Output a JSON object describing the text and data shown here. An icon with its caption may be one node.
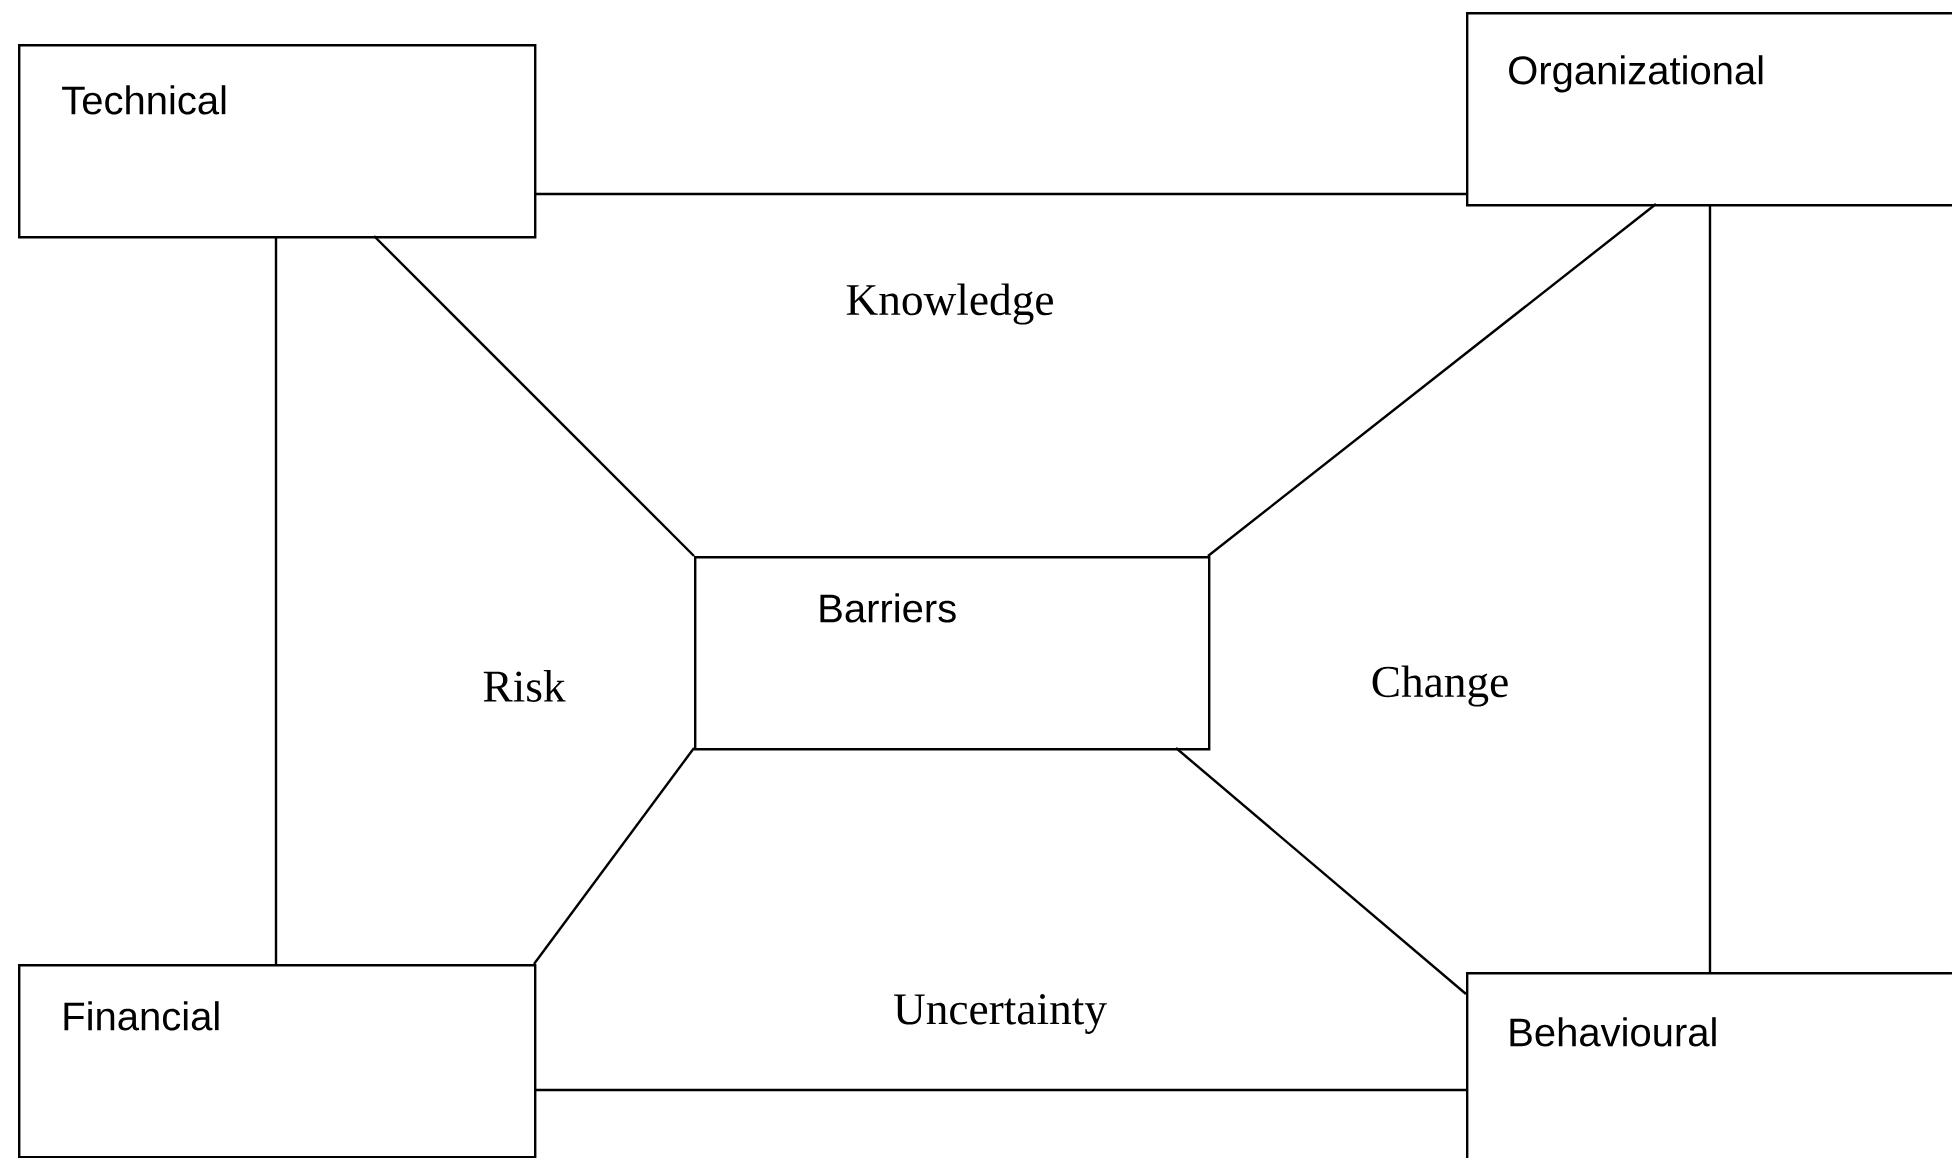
{
  "diagram": {
    "nodes": [
      {
        "text": [
          "Technical"
        ]
      },
      {
        "text": [
          "Organizational"
        ]
      },
      {
        "text": [
          "Barriers"
        ]
      },
      {
        "text": [
          "Financial"
        ]
      },
      {
        "text": [
          "Behavioural"
        ]
      }
    ],
    "edges": [
      {
        "from": 0,
        "to": 1,
        "arrow": "none"
      },
      {
        "from": 0,
        "to": 3,
        "arrow": "none"
      },
      {
        "from": 0,
        "to": 2,
        "arrow": "none"
      },
      {
        "from": 1,
        "to": 2,
        "arrow": "none"
      },
      {
        "from": 1,
        "to": 4,
        "arrow": "none"
      },
      {
        "from": 2,
        "to": 3,
        "arrow": "none"
      },
      {
        "from": 2,
        "to": 4,
        "arrow": "none"
      },
      {
        "from": 3,
        "to": 4,
        "arrow": "none"
      }
    ],
    "labels": [
      "Knowledge",
      "Risk",
      "Change",
      "Uncertainty"
    ]
  }
}
